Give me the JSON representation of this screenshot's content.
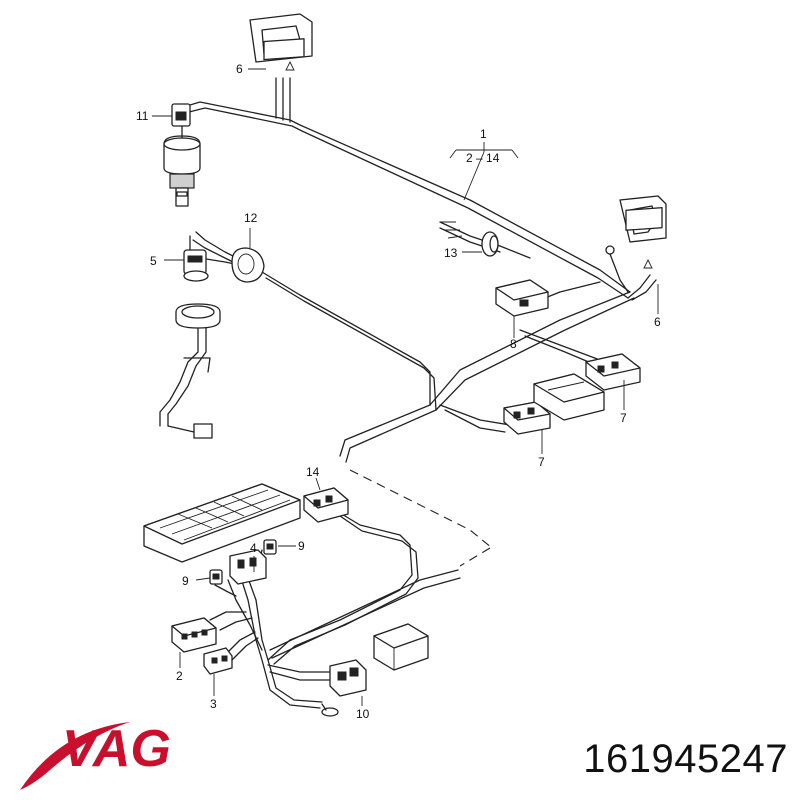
{
  "logo": {
    "text": "VAG",
    "color": "#c8102e"
  },
  "part_number": "161945247",
  "callouts": {
    "c1": "1",
    "c1_range": "2 – 14",
    "c2": "2",
    "c3": "3",
    "c4": "4",
    "c5": "5",
    "c6a": "6",
    "c6b": "6",
    "c7a": "7",
    "c7b": "7",
    "c8": "8",
    "c9a": "9",
    "c9b": "9",
    "c10": "10",
    "c11": "11",
    "c12": "12",
    "c13": "13",
    "c14": "14"
  }
}
